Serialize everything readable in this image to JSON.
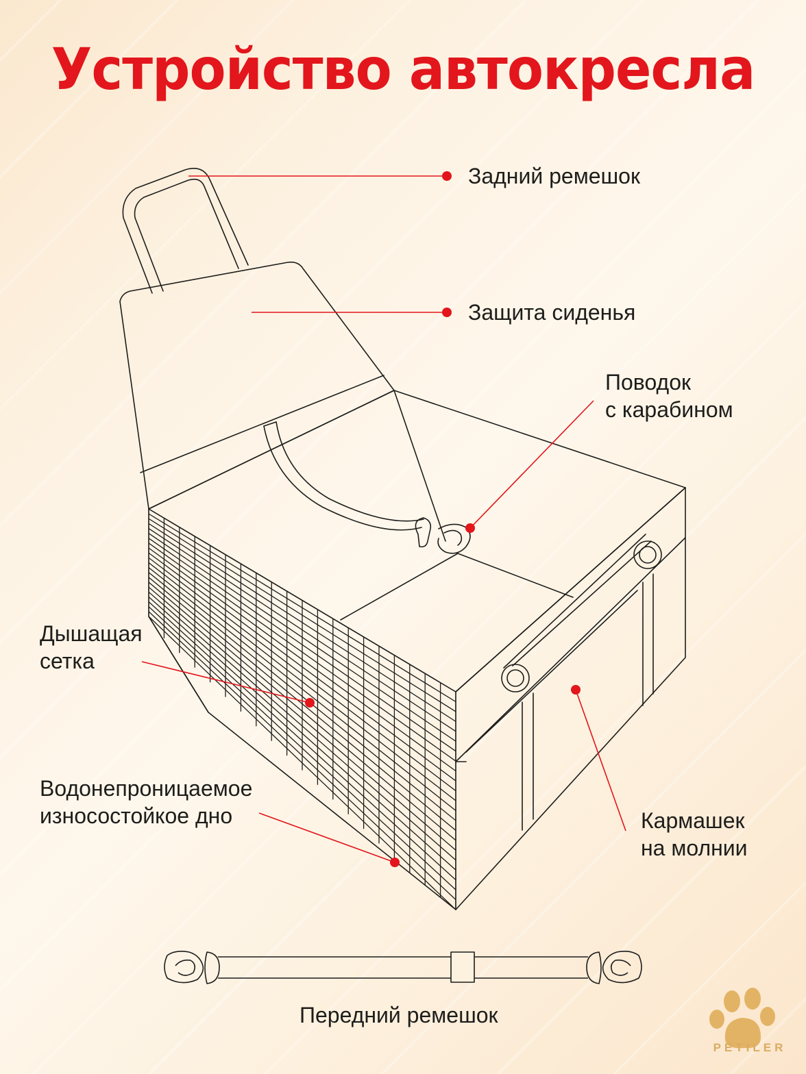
{
  "title": "Устройство автокресла",
  "labels": {
    "back_strap": "Задний ремешок",
    "seat_protection": "Защита сиденья",
    "leash_line1": "Поводок",
    "leash_line2": "с карабином",
    "mesh_line1": "Дышащая",
    "mesh_line2": "сетка",
    "bottom_line1": "Водонепроницаемое",
    "bottom_line2": "износостойкое дно",
    "pocket_line1": "Кармашек",
    "pocket_line2": "на молнии",
    "front_strap": "Передний ремешок"
  },
  "logo": {
    "text": "PETILER",
    "icon": "paw-icon"
  },
  "colors": {
    "accent": "#e2161c",
    "line": "#1d1d1b",
    "logo": "#e3b365",
    "background": "#fdf1df"
  }
}
